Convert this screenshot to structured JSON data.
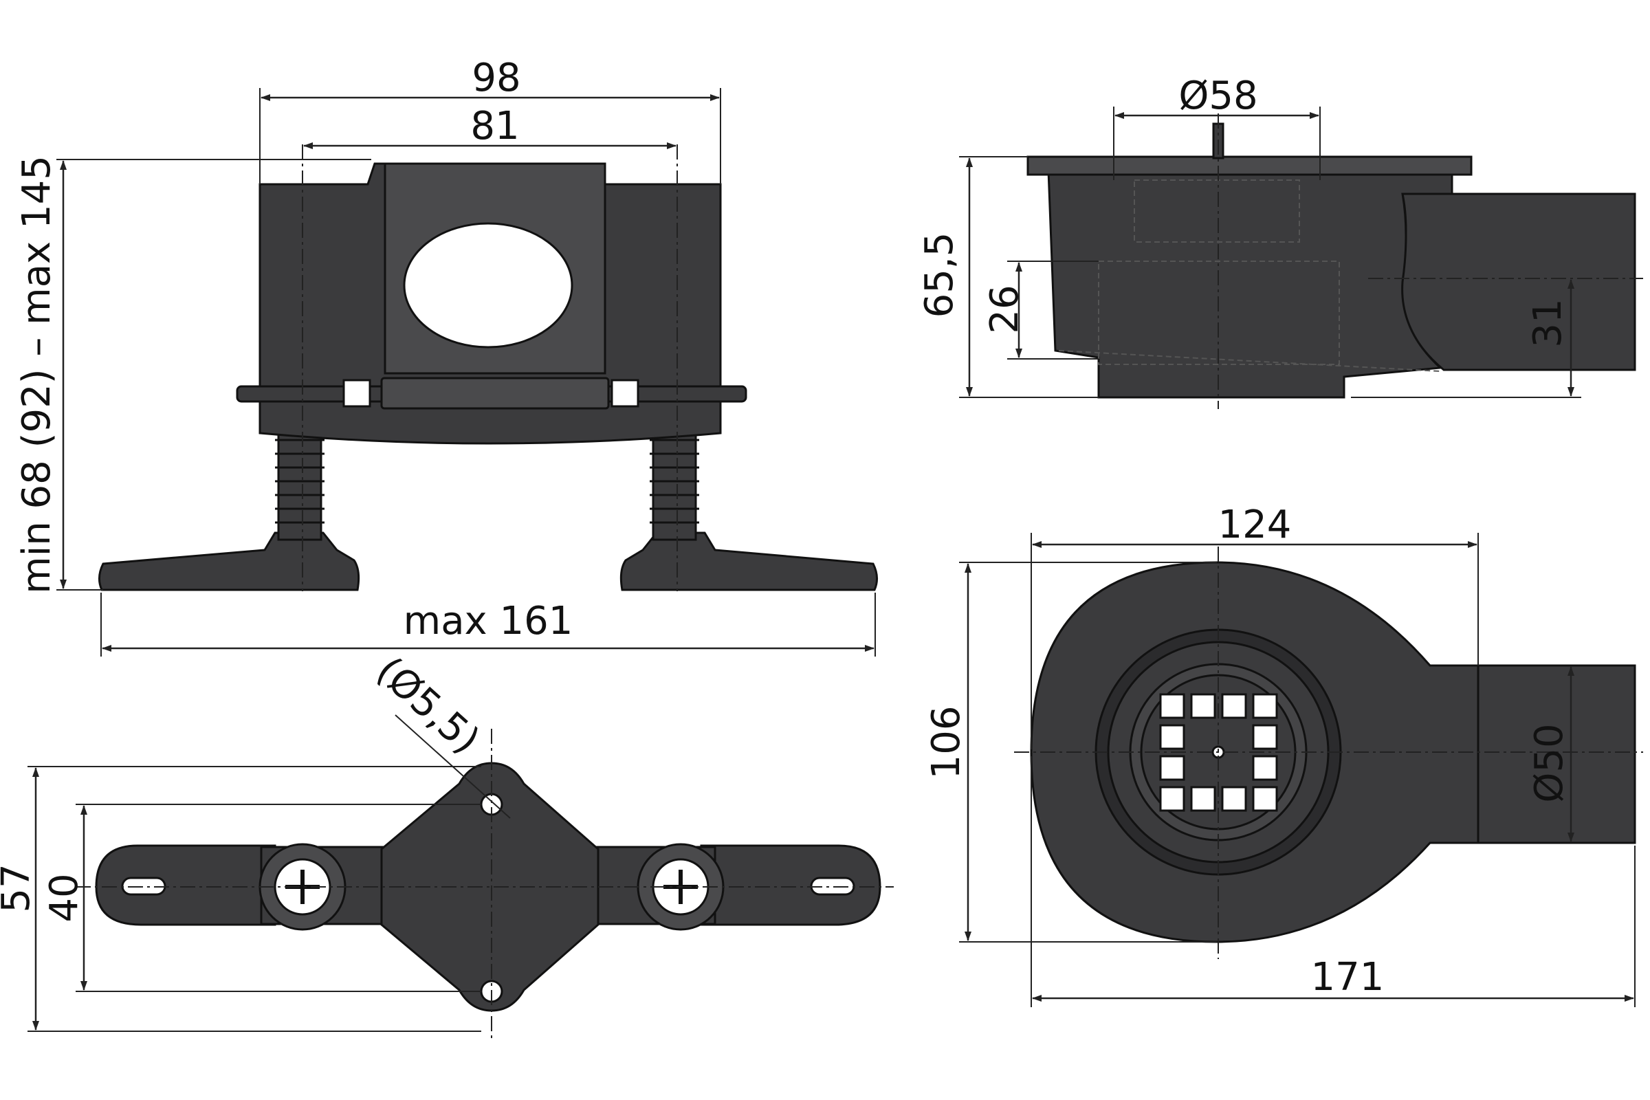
{
  "dimensions": {
    "support_width": "98",
    "support_inner": "81",
    "support_height": "min 68 (92) – max 145",
    "support_base": "max 161",
    "hole_diameter": "(Ø5,5)",
    "plate_depth": "57",
    "plate_hole_spacing": "40",
    "grate_diameter": "Ø58",
    "body_height": "65,5",
    "seal_height": "26",
    "outlet_height": "31",
    "body_width": "124",
    "body_depth": "106",
    "outlet_diameter": "Ø50",
    "total_length": "171"
  },
  "colors": {
    "part_fill": "#3b3b3d",
    "line": "#222222"
  }
}
